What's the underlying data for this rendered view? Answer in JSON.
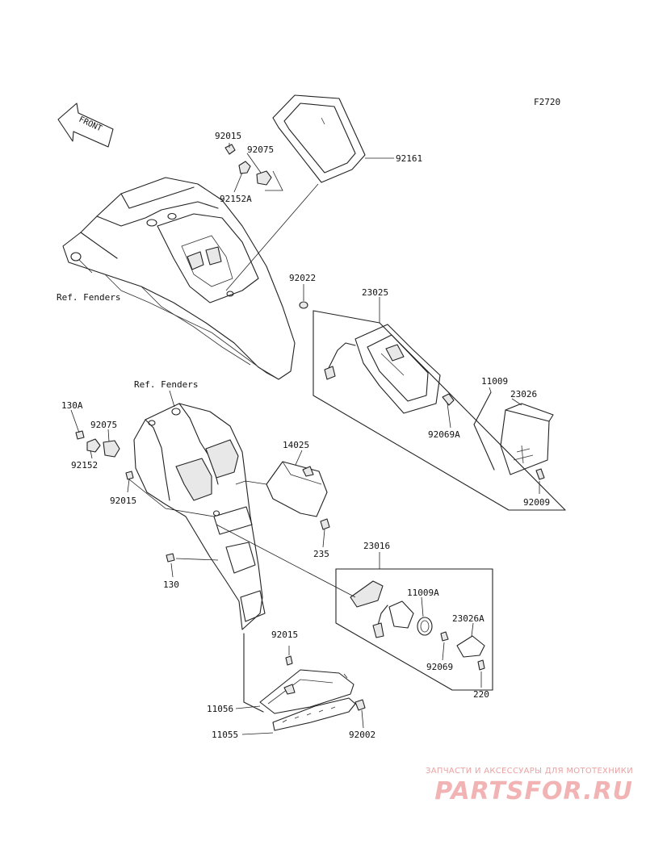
{
  "figure_code": "F2720",
  "front_arrow_label": "FRONT",
  "ref_labels": [
    "Ref. Fenders",
    "Ref. Fenders"
  ],
  "part_numbers": {
    "p92015_a": "92015",
    "p92075_a": "92075",
    "p92152A": "92152A",
    "p92161": "92161",
    "p92022": "92022",
    "p23025": "23025",
    "p11009": "11009",
    "p23026": "23026",
    "p92069A": "92069A",
    "p92009": "92009",
    "p130A": "130A",
    "p92075_b": "92075",
    "p92152": "92152",
    "p92015_b": "92015",
    "p14025": "14025",
    "p235": "235",
    "p130": "130",
    "p23016": "23016",
    "p11009A": "11009A",
    "p23026A": "23026A",
    "p92069": "92069",
    "p220": "220",
    "p92015_c": "92015",
    "p11056": "11056",
    "p11055": "11055",
    "p92002": "92002"
  },
  "watermark": {
    "tagline": "ЗАПЧАСТИ И АКСЕССУАРЫ ДЛЯ МОТОТЕХНИКИ",
    "logo": "PARTSFOR.RU"
  }
}
